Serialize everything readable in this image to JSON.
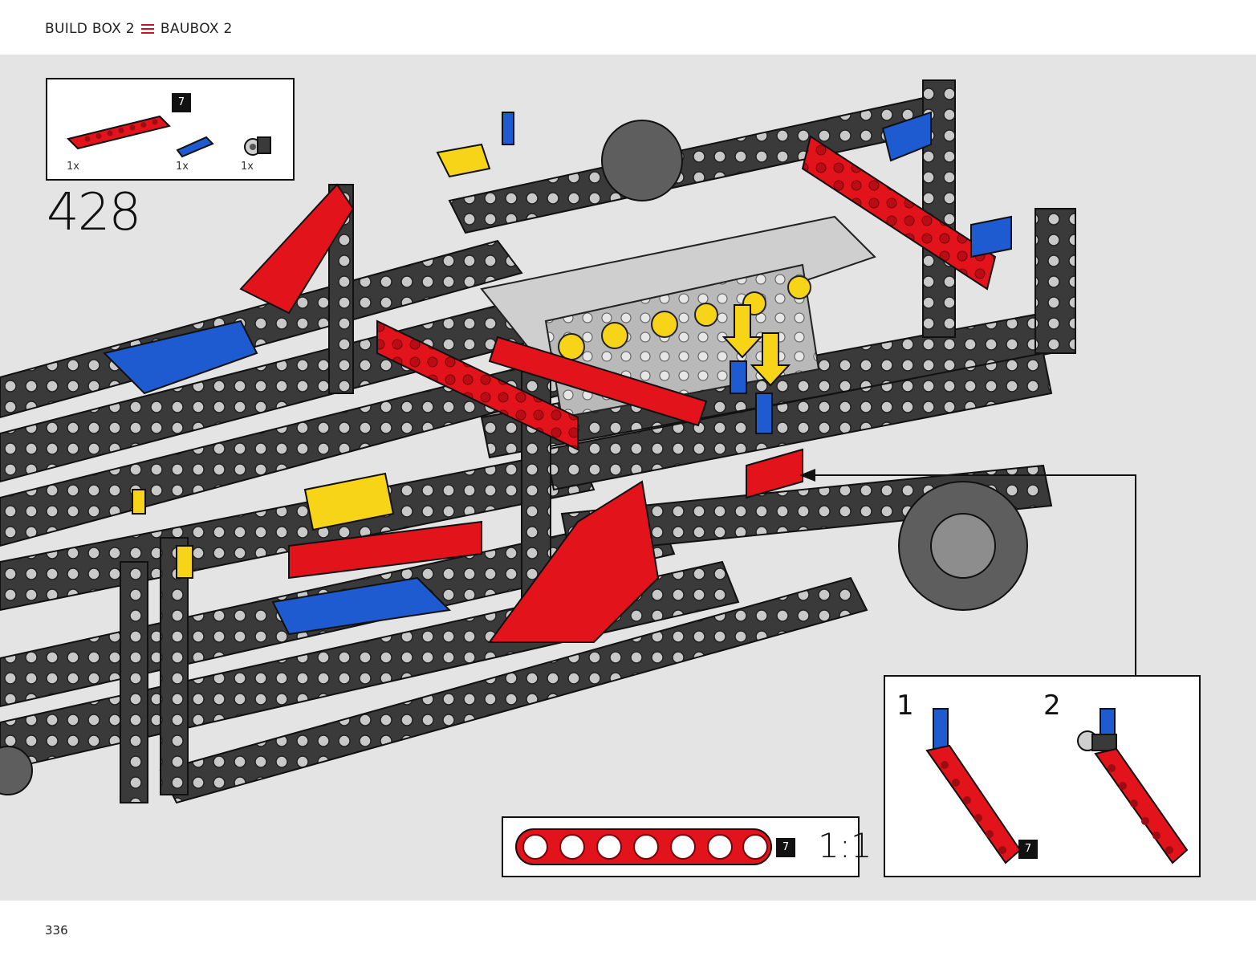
{
  "header": {
    "left": "BUILD BOX 2",
    "right": "BAUBOX 2"
  },
  "page": {
    "number": "336"
  },
  "step": {
    "number": "428"
  },
  "parts_list": [
    {
      "name": "red-beam-7",
      "quantity": "1x",
      "badge": "7"
    },
    {
      "name": "blue-pin",
      "quantity": "1x"
    },
    {
      "name": "gray-connector",
      "quantity": "1x"
    }
  ],
  "scale_callout": {
    "badge": "7",
    "label": "1:1"
  },
  "sub_assembly": {
    "steps": [
      {
        "number": "1",
        "badge": "7"
      },
      {
        "number": "2"
      }
    ]
  },
  "colors": {
    "accent": "#d0102a",
    "beam_red": "#e3131b",
    "pin_blue": "#1e5bd1",
    "frame_dark": "#3a3a3a",
    "yellow": "#f7d417"
  }
}
